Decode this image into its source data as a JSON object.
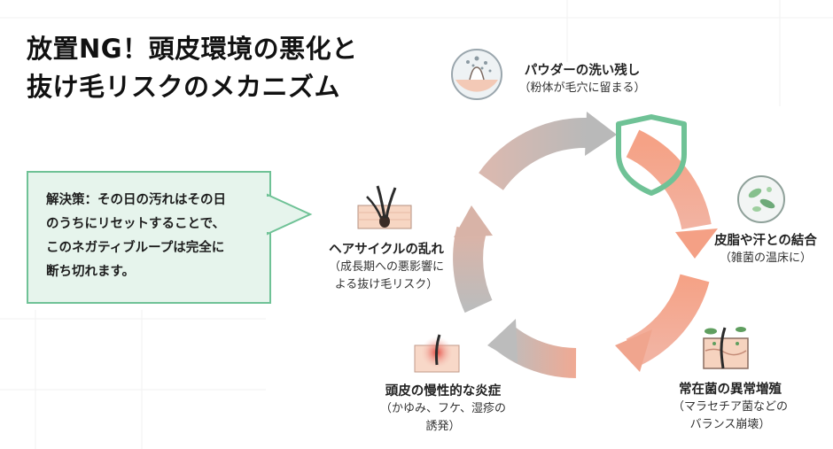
{
  "title": {
    "line1": "放置NG！頭皮環境の悪化と",
    "line2": "抜け毛リスクのメカニズム"
  },
  "callout": {
    "lines": [
      "解決策：その日の汚れはその日",
      "のうちにリセットすることで、",
      "このネガティブループは完全に",
      "断ち切れます。"
    ]
  },
  "nodes": [
    {
      "heading": "パウダーの洗い残し",
      "sub1": "（粉体が毛穴に留まる）",
      "sub2": "",
      "icon": "pore-powder-icon"
    },
    {
      "heading": "皮脂や汗との結合",
      "sub1": "（雑菌の温床に）",
      "sub2": "",
      "icon": "bacteria-dish-icon"
    },
    {
      "heading": "常在菌の異常増殖",
      "sub1": "（マラセチア菌などの",
      "sub2": "バランス崩壊）",
      "icon": "scalp-bacteria-icon"
    },
    {
      "heading": "頭皮の慢性的な炎症",
      "sub1": "（かゆみ、フケ、湿疹の",
      "sub2": "誘発）",
      "icon": "inflamed-skin-icon"
    },
    {
      "heading": "ヘアサイクルの乱れ",
      "sub1": "（成長期への悪影響に",
      "sub2": "よる抜け毛リスク）",
      "icon": "hair-follicle-icon"
    }
  ],
  "colors": {
    "accent_green": "#6fc296",
    "callout_bg": "#e6f4ec",
    "arrow_salmon": "#f29a80",
    "arrow_grey": "#b8b8b8"
  }
}
